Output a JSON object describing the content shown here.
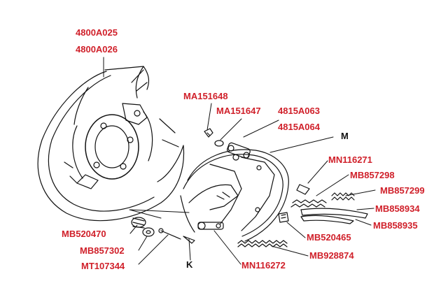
{
  "colors": {
    "label": "#d0202a",
    "line": "#111111",
    "background": "#ffffff"
  },
  "labels": {
    "backing_plate_a": "4800A025",
    "backing_plate_b": "4800A026",
    "pin_clip": "MA151648",
    "pin_washer": "MA151647",
    "shoe_lining_a": "4815A063",
    "shoe_lining_b": "4815A064",
    "callout_m": "M",
    "spring_upper": "MN116271",
    "adjuster_spring": "MB857298",
    "return_spring": "MB857299",
    "lever_a": "MB858934",
    "lever_b": "MB858935",
    "clip_set": "MB520465",
    "lower_spring": "MB928874",
    "adjuster_strut": "MN116272",
    "callout_k": "K",
    "hold_spring": "MB520470",
    "cup_washer": "MB857302",
    "hold_pin": "MT107344"
  }
}
